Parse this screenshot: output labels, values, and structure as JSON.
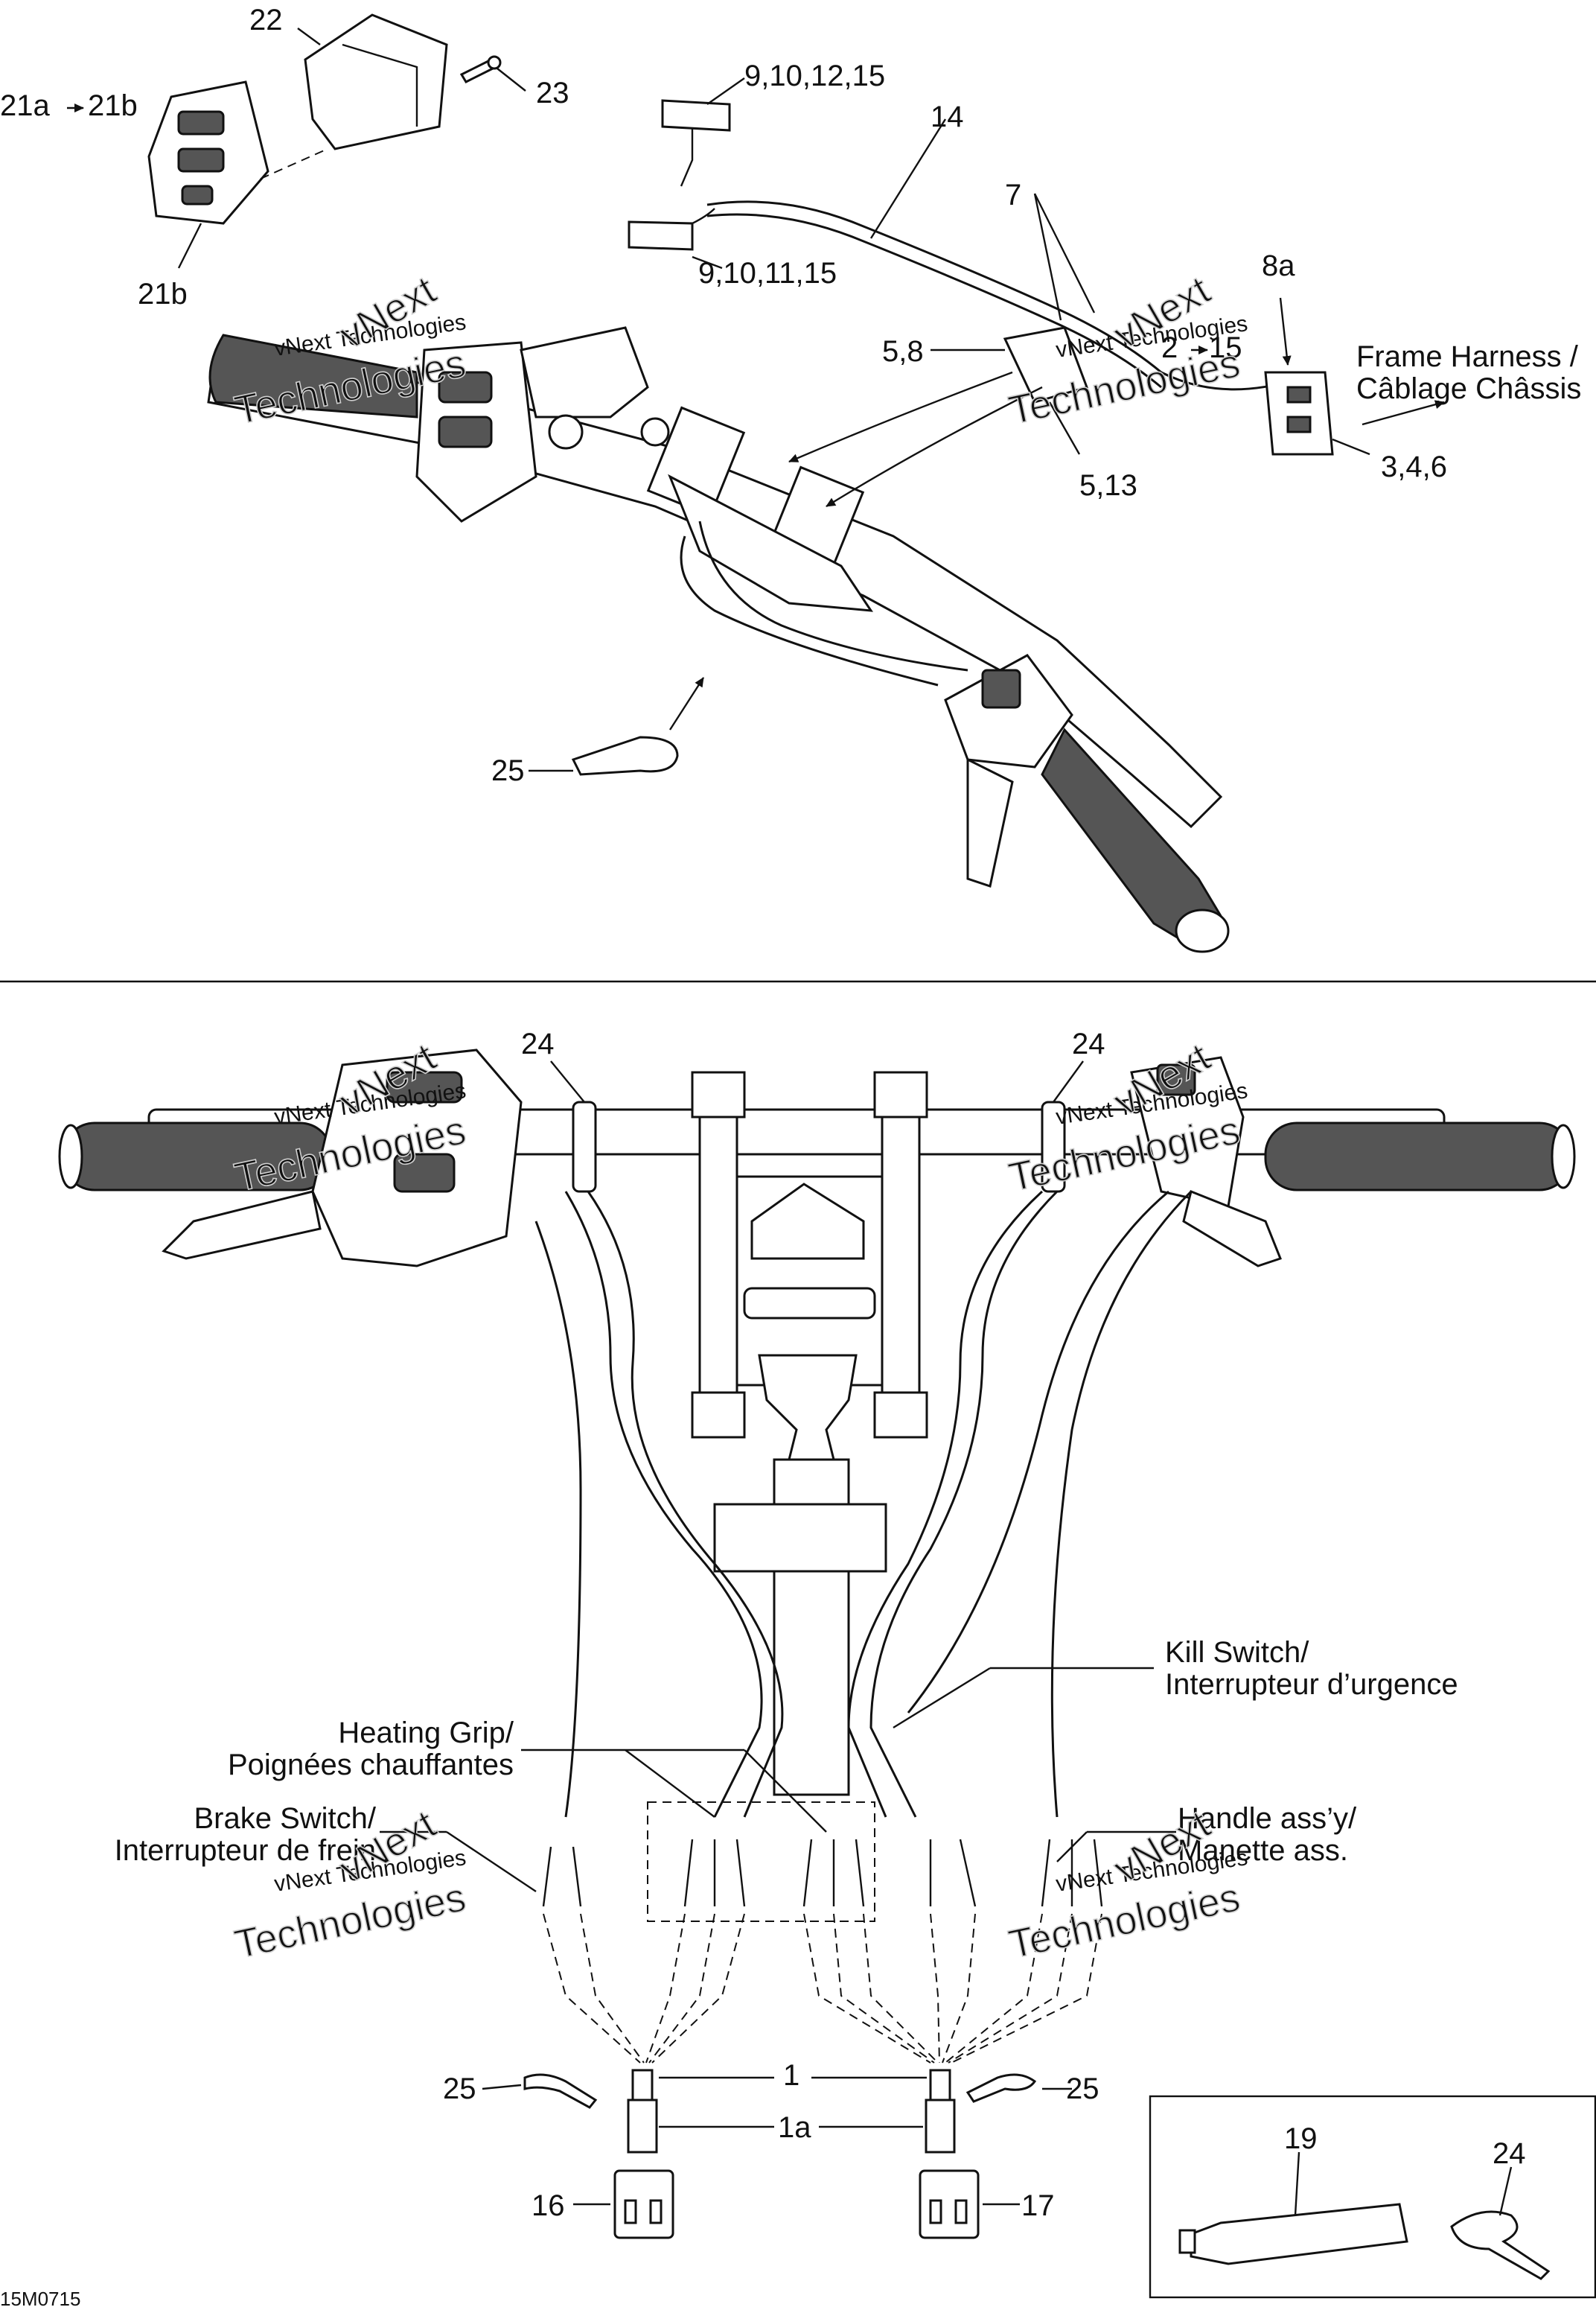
{
  "diagram_code": "15M0715",
  "top_callouts": {
    "c22": "22",
    "c23": "23",
    "c21a": "21a",
    "c21b_top": "21b",
    "c21b_bottom": "21b",
    "c9_10_12_15": "9,10,12,15",
    "c14": "14",
    "c9_10_11_15": "9,10,11,15",
    "c7": "7",
    "c8a": "8a",
    "c5_8": "5,8",
    "c2": "2",
    "c15": "15",
    "c5_13": "5,13",
    "c3_4_6": "3,4,6",
    "c25_top": "25"
  },
  "frame_harness": {
    "en": "Frame Harness /",
    "fr": "Câblage Châssis"
  },
  "bottom_callouts": {
    "c24_left": "24",
    "c24_right": "24",
    "c25_left": "25",
    "c25_right": "25",
    "c1": "1",
    "c1a": "1a",
    "c16": "16",
    "c17": "17",
    "c19": "19",
    "c24_kit": "24"
  },
  "wire_labels": {
    "kill_switch_en": "Kill Switch/",
    "kill_switch_fr": "Interrupteur d’urgence",
    "heating_grip_en": "Heating Grip/",
    "heating_grip_fr": "Poignées chauffantes",
    "brake_switch_en": "Brake Switch/",
    "brake_switch_fr": "Interrupteur de frein",
    "handle_en": "Handle ass’y/",
    "handle_fr": "Manette ass."
  },
  "watermark": {
    "line1": "vNext Technologies",
    "line2": "Technologies",
    "line3": "vNext"
  }
}
